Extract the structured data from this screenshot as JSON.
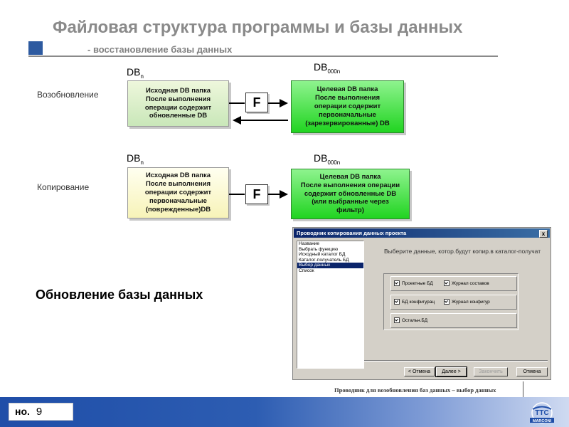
{
  "title": "Файловая структура программы и базы данных",
  "subtitle": "- восстановление базы данных",
  "colors": {
    "accent_blue": "#2d5aa0",
    "target_green": "#21d421",
    "source_green": "#c9e7b9",
    "source_yellow": "#f7f3b8"
  },
  "rows": [
    {
      "label": "Возобновление",
      "source_db": {
        "name": "DB",
        "sub": "n"
      },
      "target_db": {
        "name": "DB",
        "sub": "000n"
      },
      "source_text": "Исходная DB папка\nПосле выполнения\nоперации содержит\nобновленные DB",
      "function": "F",
      "target_text": "Целевая DB папка\nПосле выполнения\nоперации содержит\nпервоначальные\n(зарезервированные)  DB"
    },
    {
      "label": "Копирование",
      "source_db": {
        "name": "DB",
        "sub": "n"
      },
      "target_db": {
        "name": "DB",
        "sub": "000n"
      },
      "source_text": "Исходная DB папка\nПосле выполнения\nоперации содержит\nпервоначальные\n(поврежденные)DB",
      "function": "F",
      "target_text": "Целевая DB папка\nПосле выполнения операции\nсодержит обновленные DB\n(или выбранные через\nфильтр)"
    }
  ],
  "caption": "Обновление базы данных",
  "dialog": {
    "title": "Проводник копирования данных проекта",
    "close": "x",
    "steps": [
      "Название",
      "Выбрать функцию",
      "Исходный каталог БД",
      "Каталог-получатель БД",
      "Выбор данных",
      "Список"
    ],
    "selected_step": "Выбор данных",
    "prompt": "Выберите данные, котор.будут копир.в каталог-получат",
    "options": [
      [
        "Проектные БД",
        "Журнал составов"
      ],
      [
        "БД конфигурац",
        "Журнал конфигур"
      ],
      [
        "Остальн.БД"
      ]
    ],
    "buttons": {
      "back": "< Отмена",
      "next": "Далее >",
      "finish": "Закончить",
      "cancel": "Отмена"
    }
  },
  "dialog_caption": "Проводник для возобновления баз данных – выбор данных",
  "page": {
    "label": "но.",
    "number": "9"
  },
  "logo_text": "TTC MARCONI"
}
